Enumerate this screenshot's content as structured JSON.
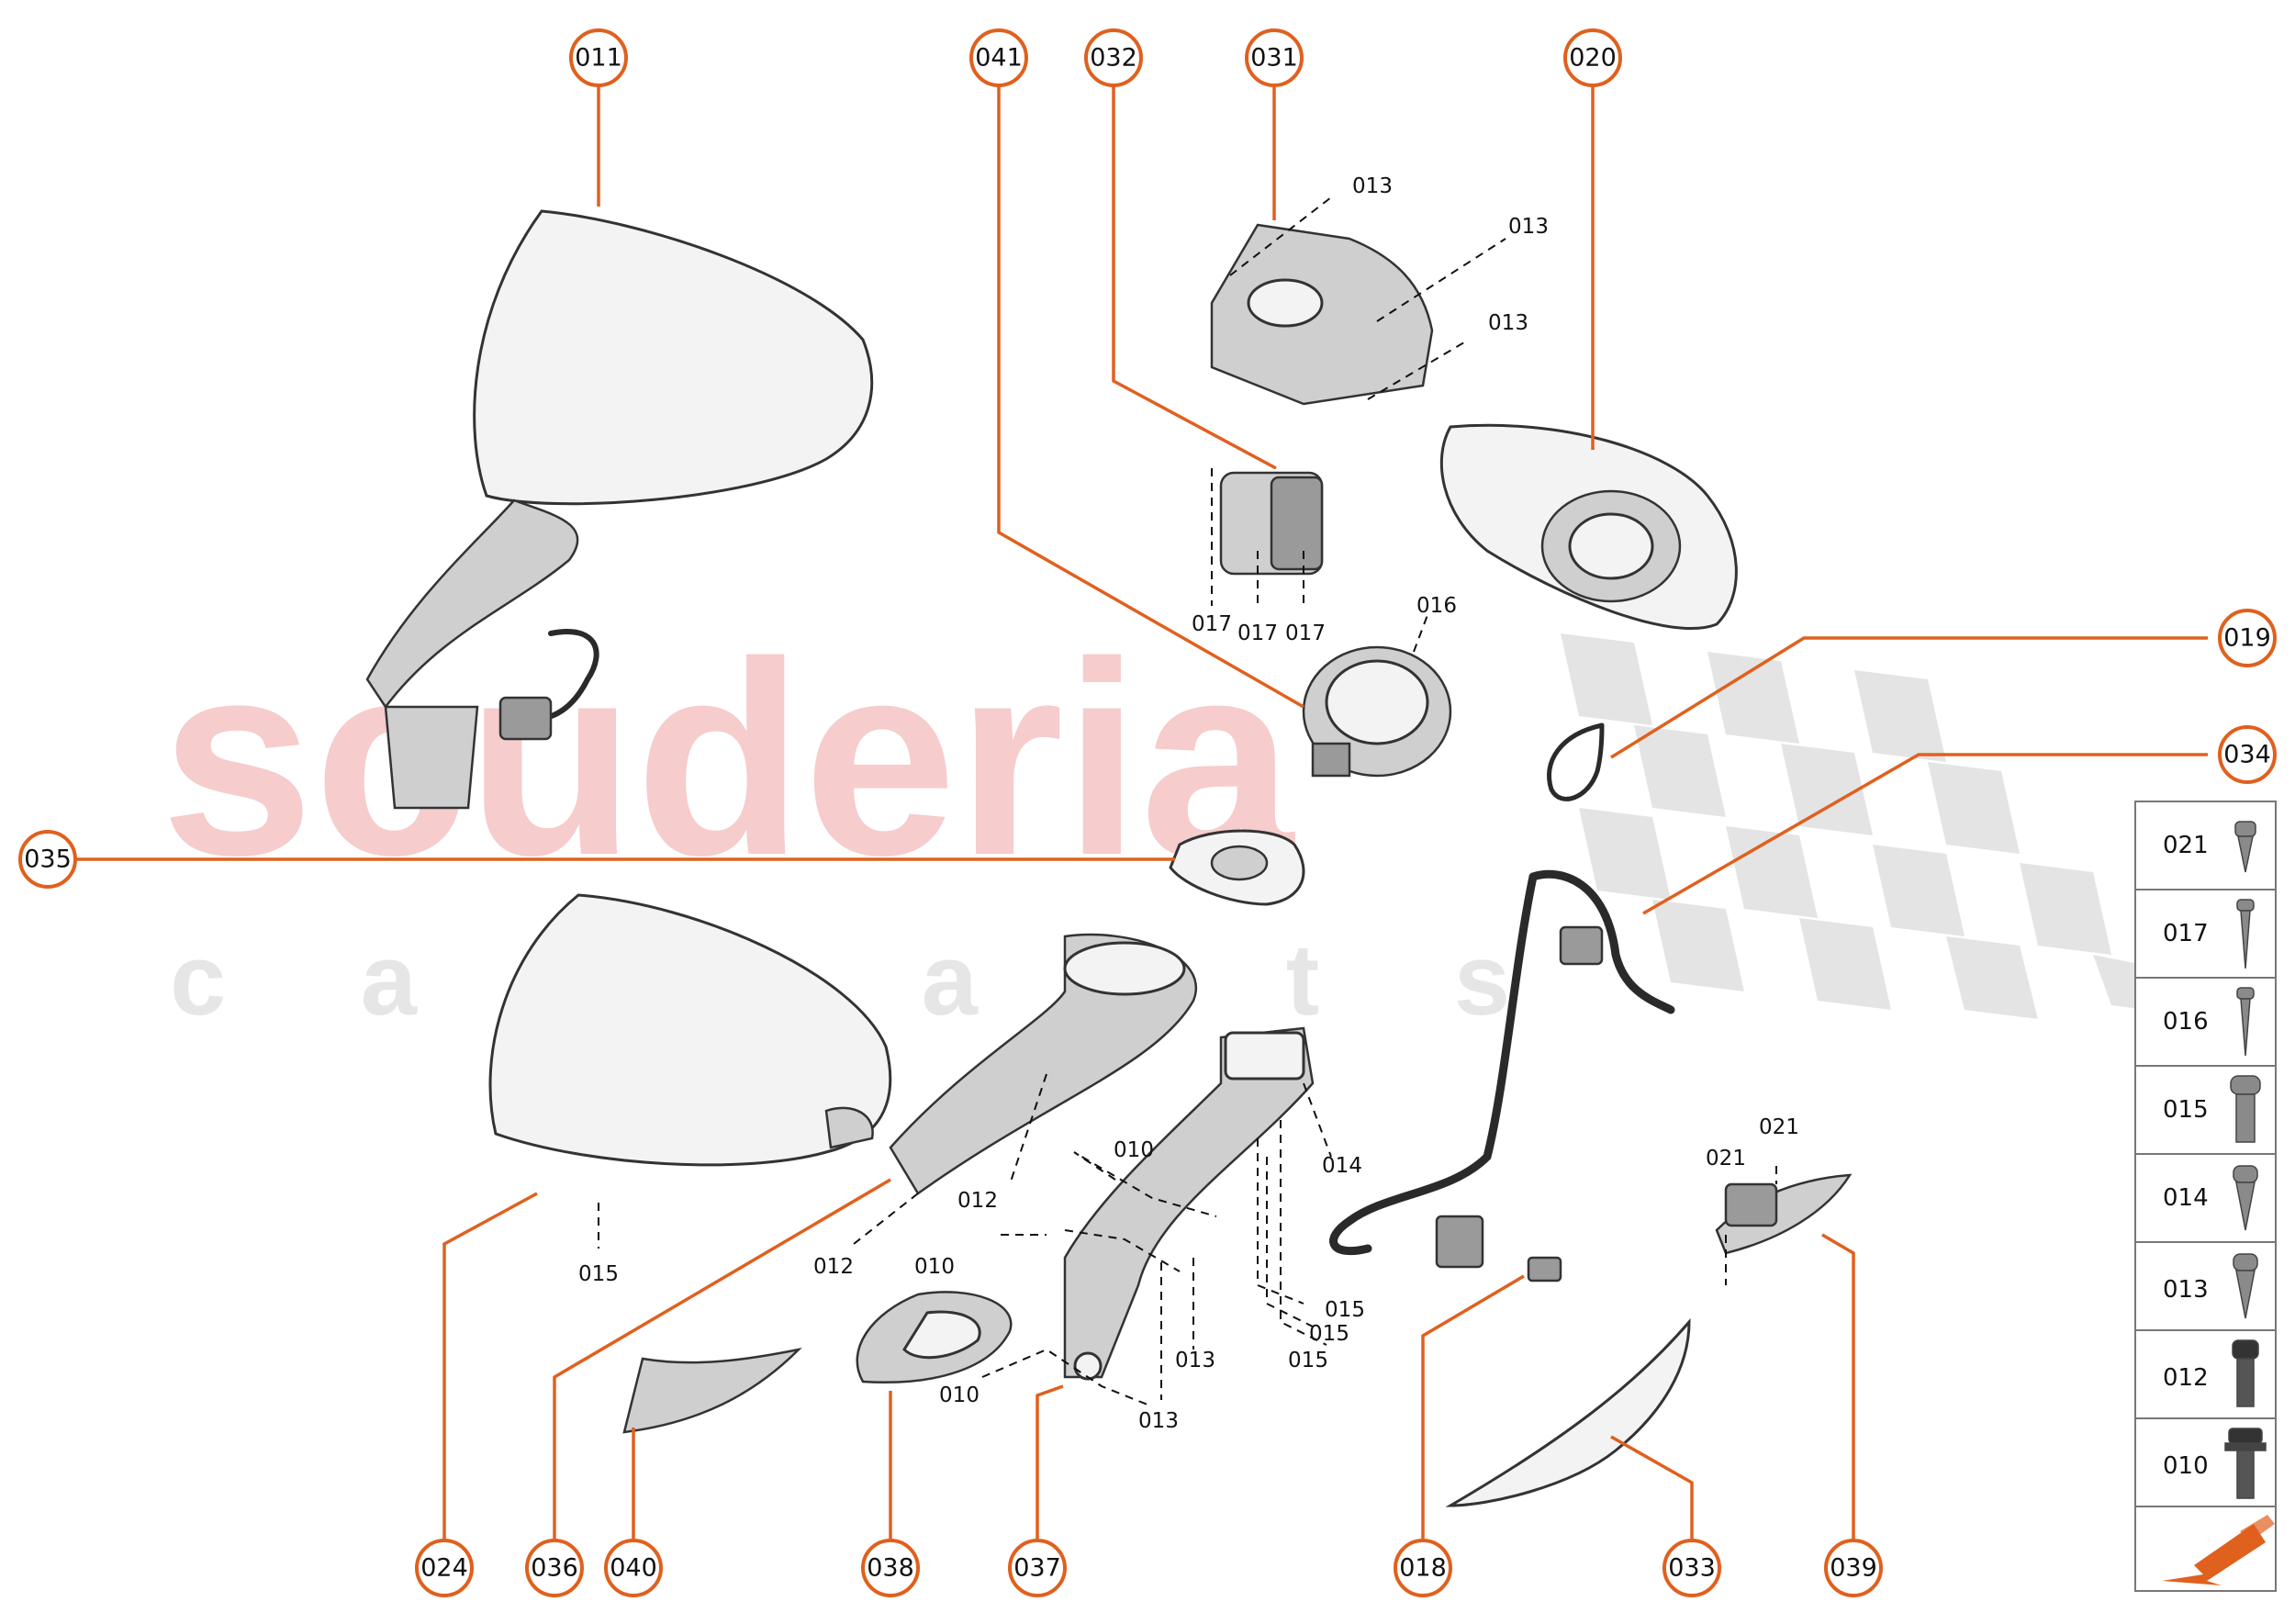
{
  "colors": {
    "accent": "#e0601e",
    "watermark": "#f6cccc",
    "fastener_arrow": "#e0601e"
  },
  "watermark": {
    "main": "scuderia",
    "sub": "c a r   p a r t s"
  },
  "callouts": [
    {
      "id": "011"
    },
    {
      "id": "041"
    },
    {
      "id": "032"
    },
    {
      "id": "031"
    },
    {
      "id": "020"
    },
    {
      "id": "019"
    },
    {
      "id": "034"
    },
    {
      "id": "035"
    },
    {
      "id": "024"
    },
    {
      "id": "036"
    },
    {
      "id": "040"
    },
    {
      "id": "038"
    },
    {
      "id": "037"
    },
    {
      "id": "018"
    },
    {
      "id": "033"
    },
    {
      "id": "039"
    }
  ],
  "labels": [
    {
      "text": "013"
    },
    {
      "text": "013"
    },
    {
      "text": "013"
    },
    {
      "text": "016"
    },
    {
      "text": "017"
    },
    {
      "text": "017"
    },
    {
      "text": "017"
    },
    {
      "text": "015"
    },
    {
      "text": "012"
    },
    {
      "text": "012"
    },
    {
      "text": "010"
    },
    {
      "text": "010"
    },
    {
      "text": "010"
    },
    {
      "text": "014"
    },
    {
      "text": "013"
    },
    {
      "text": "013"
    },
    {
      "text": "015"
    },
    {
      "text": "015"
    },
    {
      "text": "015"
    },
    {
      "text": "021"
    },
    {
      "text": "021"
    }
  ],
  "fasteners": [
    "021",
    "017",
    "016",
    "015",
    "014",
    "013",
    "012",
    "010"
  ],
  "icons": {
    "fastener_nav": "arrow-down-left-icon"
  }
}
